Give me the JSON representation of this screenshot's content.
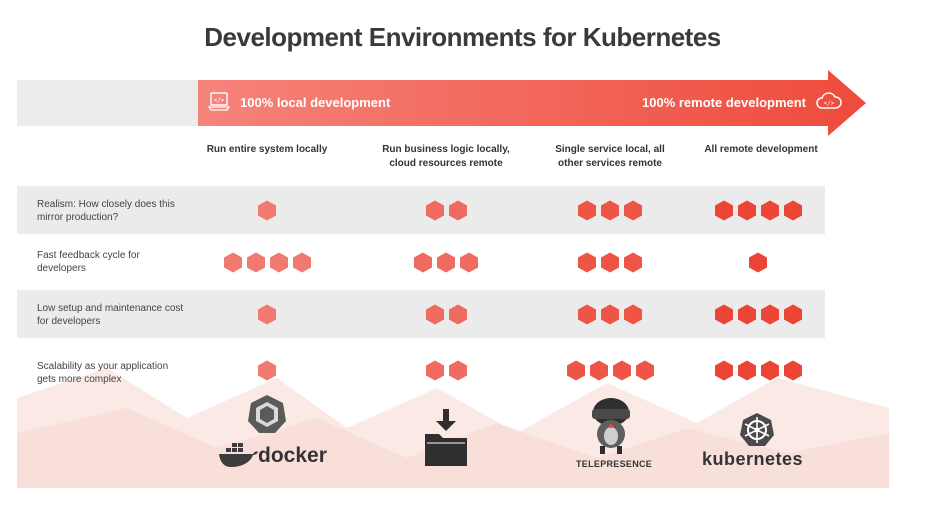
{
  "title": "Development Environments for Kubernetes",
  "spectrum": {
    "left_label": "100% local development",
    "right_label": "100% remote development",
    "left_icon": "laptop-code-icon",
    "right_icon": "cloud-code-icon",
    "color_start": "#f6837a",
    "color_end": "#ee4b3b"
  },
  "columns": [
    "Run entire system locally",
    "Run business logic locally, cloud resources remote",
    "Single service local, all other services remote",
    "All remote development"
  ],
  "rows": [
    {
      "label": "Realism: How closely does this mirror production?",
      "ratings": [
        1,
        2,
        3,
        4
      ]
    },
    {
      "label": "Fast feedback cycle for developers",
      "ratings": [
        4,
        3,
        3,
        1
      ]
    },
    {
      "label": "Low setup and maintenance cost for developers",
      "ratings": [
        1,
        2,
        3,
        4
      ]
    },
    {
      "label": "Scalability as your application gets more complex",
      "ratings": [
        1,
        2,
        4,
        4
      ]
    }
  ],
  "rating_colors": {
    "col1": "#f07a70",
    "col2": "#ef6a5f",
    "col3": "#ee5547",
    "col4": "#ec4535"
  },
  "logos": {
    "docker_text": "docker",
    "telepresence_text": "TELEPRESENCE",
    "kubernetes_text": "kubernetes",
    "icons": [
      "minikube-icon",
      "docker-whale-icon",
      "folder-download-icon",
      "telepresence-mascot-icon",
      "kubernetes-helm-icon"
    ]
  }
}
